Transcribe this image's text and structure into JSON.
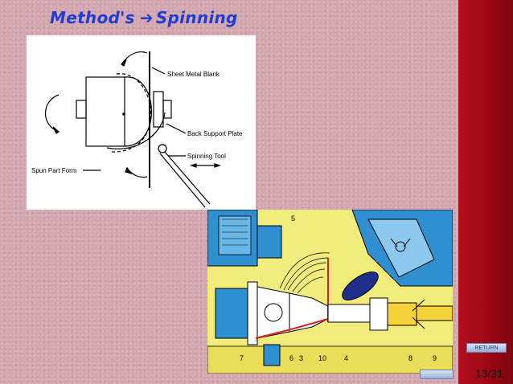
{
  "slide": {
    "title": "Method's",
    "title_arrow": "➔",
    "title_topic": "Spinning",
    "page_number": "13/31"
  },
  "diagram": {
    "labels": {
      "sheet_metal_blank": "Sheet Metal Blank",
      "back_support_plate": "Back Support Plate",
      "spinning_tool": "Spinning Tool",
      "spun_part_form": "Spun Part Form"
    }
  },
  "machine_drawing": {
    "part_numbers": [
      "5",
      "7",
      "6",
      "3",
      "10",
      "4",
      "8",
      "9"
    ]
  },
  "nav": {
    "return_label": "RETURN"
  },
  "colors": {
    "title": "#1f3ecf",
    "sidebar": "#9a0714",
    "drawing_bg": "#f2ec7c"
  }
}
